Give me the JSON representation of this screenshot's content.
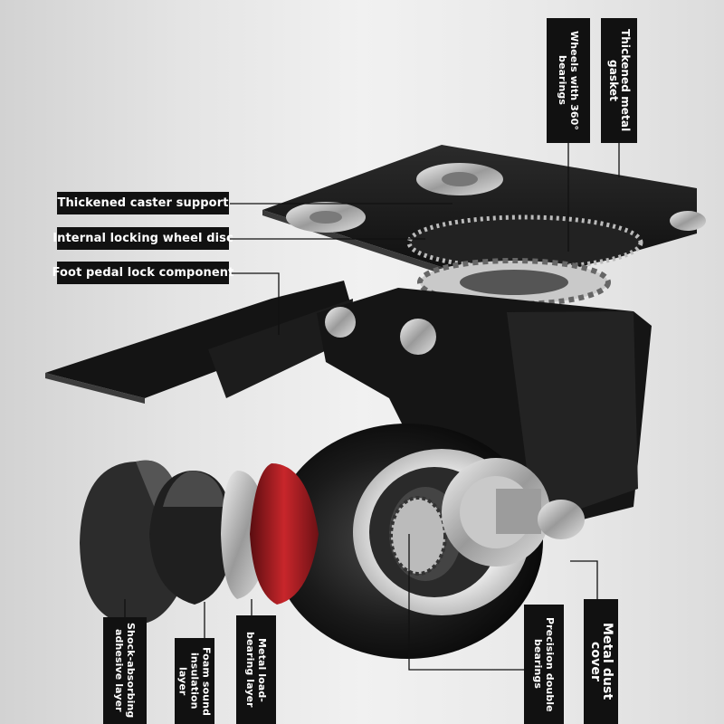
{
  "callouts": {
    "thickened_caster_support": "Thickened caster support",
    "internal_locking_wheel_disc": "Internal locking wheel disc",
    "foot_pedal_lock_component": "Foot pedal lock component",
    "wheels_with_360_bearings": "Wheels with 360° bearings",
    "thickened_metal_gasket": "Thickened metal gasket",
    "shock_absorbing_adhesive_layer": "Shock-absorbing adhesive layer",
    "foam_sound_insulation_layer": "Foam sound insulation layer",
    "metal_load_bearing_layer": "Metal load-bearing layer",
    "precision_double_bearings": "Precision double bearings",
    "metal_dust_cover": "Metal dust cover"
  },
  "colors": {
    "label_background": "#111111",
    "label_text": "#ffffff",
    "wheel_red_layer": "#b21e23",
    "background": "#e6e6e6"
  }
}
